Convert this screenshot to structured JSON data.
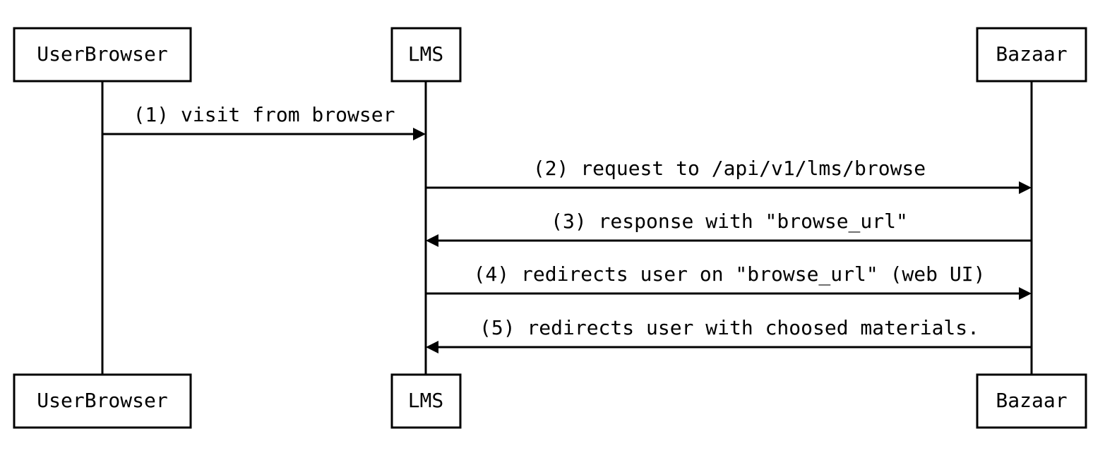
{
  "participants": [
    {
      "id": "userbrowser",
      "label": "UserBrowser"
    },
    {
      "id": "lms",
      "label": "LMS"
    },
    {
      "id": "bazaar",
      "label": "Bazaar"
    }
  ],
  "messages": [
    {
      "from": "userbrowser",
      "to": "lms",
      "label": "(1) visit from browser"
    },
    {
      "from": "lms",
      "to": "bazaar",
      "label": "(2) request to /api/v1/lms/browse"
    },
    {
      "from": "bazaar",
      "to": "lms",
      "label": "(3) response with \"browse_url\""
    },
    {
      "from": "lms",
      "to": "bazaar",
      "label": "(4) redirects user on \"browse_url\" (web UI)"
    },
    {
      "from": "bazaar",
      "to": "lms",
      "label": "(5) redirects user with choosed materials."
    }
  ]
}
